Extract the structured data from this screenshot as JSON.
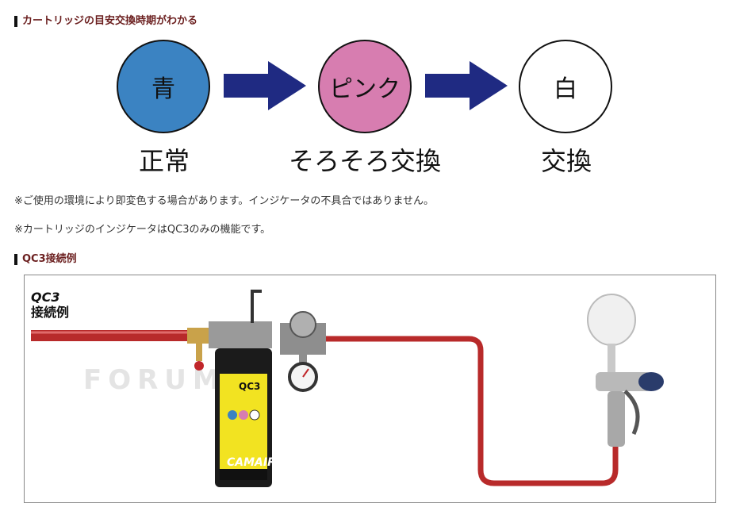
{
  "section1": {
    "heading": "カートリッジの目安交換時期がわかる",
    "stages": [
      {
        "circle_label": "青",
        "state_label": "正常",
        "color": "#3b83c2"
      },
      {
        "circle_label": "ピンク",
        "state_label": "そろそろ交換",
        "color": "#d77db0"
      },
      {
        "circle_label": "白",
        "state_label": "交換",
        "color": "#ffffff"
      }
    ],
    "arrow_color": "#1f2a82",
    "notes": [
      "※ご使用の環境により即変色する場合があります。インジケータの不具合ではありません。",
      "※カートリッジのインジケータはQC3のみの機能です。"
    ]
  },
  "section2": {
    "heading": "QC3接続例",
    "diagram": {
      "model": "QC3",
      "label": "接続例",
      "watermark": "FORUM",
      "product_text": "QC3",
      "brand": "CAMAIR"
    }
  }
}
